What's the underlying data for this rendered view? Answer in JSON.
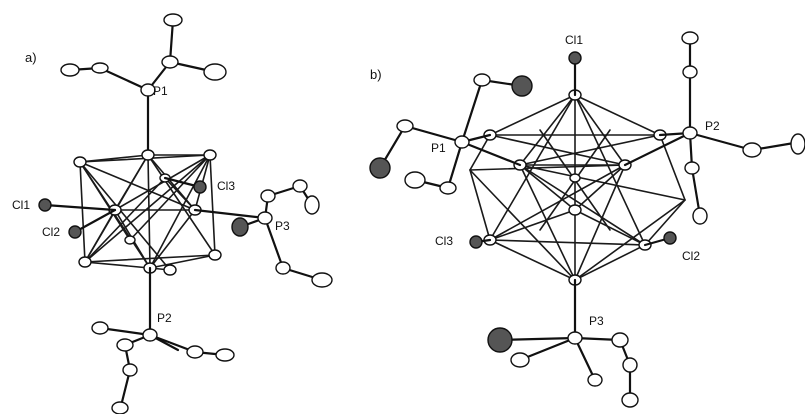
{
  "panels": [
    {
      "id": "a",
      "label": "a)",
      "atom_labels": [
        "P1",
        "P2",
        "P3",
        "Cl1",
        "Cl2",
        "Cl3"
      ]
    },
    {
      "id": "b",
      "label": "b)",
      "atom_labels": [
        "P1",
        "P2",
        "P3",
        "Cl1",
        "Cl2",
        "Cl3"
      ]
    }
  ],
  "colors": {
    "ink": "#111111",
    "background": "#ffffff"
  }
}
